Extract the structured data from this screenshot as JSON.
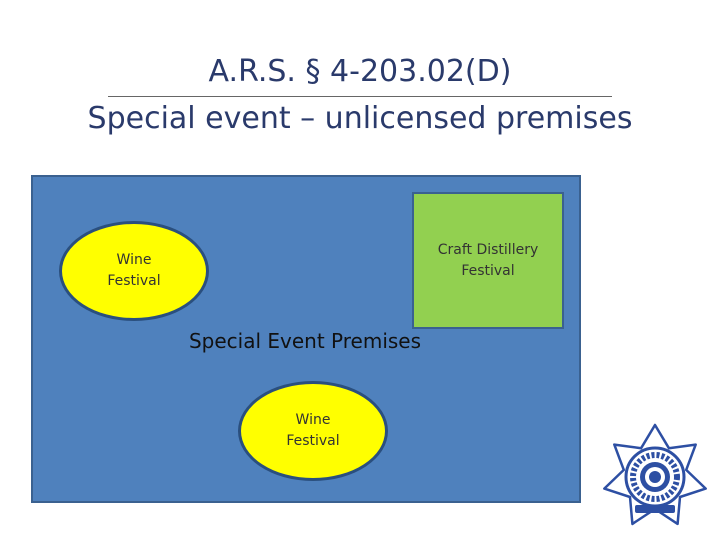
{
  "slide": {
    "title_line1": "A.R.S. § 4-203.02(D)",
    "title_line2": "Special event – unlicensed premises"
  },
  "diagram": {
    "premises_label": "Special Event Premises",
    "ellipse_top": {
      "line1": "Wine",
      "line2": "Festival"
    },
    "ellipse_bottom": {
      "line1": "Wine",
      "line2": "Festival"
    },
    "craft_box": {
      "line1": "Craft Distillery",
      "line2": "Festival"
    }
  },
  "colors": {
    "title_text": "#2a3a6b",
    "premises_fill": "#4f81bd",
    "ellipse_fill": "#ffff00",
    "craft_fill": "#92d050",
    "badge_blue": "#2d4fa3"
  },
  "icons": {
    "badge": "seven-point-star-badge-icon"
  }
}
